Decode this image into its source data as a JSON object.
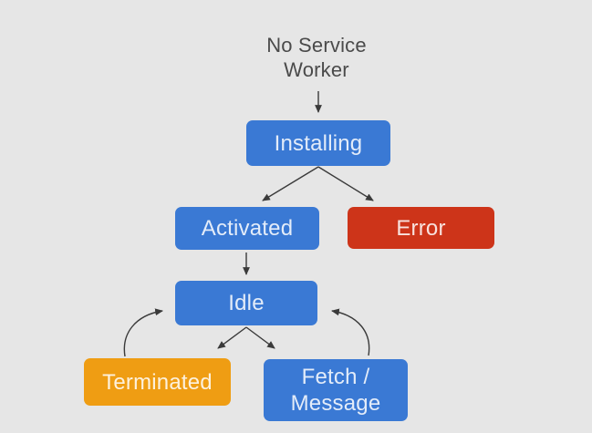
{
  "diagram": {
    "title": "No Service Worker",
    "nodes": {
      "installing": {
        "label": "Installing",
        "color": "#3a79d4"
      },
      "activated": {
        "label": "Activated",
        "color": "#3a79d4"
      },
      "error": {
        "label": "Error",
        "color": "#cd3419"
      },
      "idle": {
        "label": "Idle",
        "color": "#3a79d4"
      },
      "terminated": {
        "label": "Terminated",
        "color": "#ef9d13"
      },
      "fetch_message": {
        "label": "Fetch / Message",
        "color": "#3a79d4"
      }
    },
    "edges": [
      {
        "from": "no-service-worker",
        "to": "installing",
        "style": "straight"
      },
      {
        "from": "installing",
        "to": "activated",
        "style": "straight"
      },
      {
        "from": "installing",
        "to": "error",
        "style": "straight"
      },
      {
        "from": "activated",
        "to": "idle",
        "style": "straight"
      },
      {
        "from": "idle",
        "to": "terminated",
        "style": "straight"
      },
      {
        "from": "idle",
        "to": "fetch_message",
        "style": "straight"
      },
      {
        "from": "terminated",
        "to": "idle",
        "style": "curved"
      },
      {
        "from": "fetch_message",
        "to": "idle",
        "style": "curved"
      }
    ],
    "colors": {
      "background": "#e6e6e6",
      "arrow": "#3a3a3a",
      "title_text": "#4a4a4a",
      "node_text_opacity_white": "rgba(255,255,255,0.86)"
    }
  }
}
